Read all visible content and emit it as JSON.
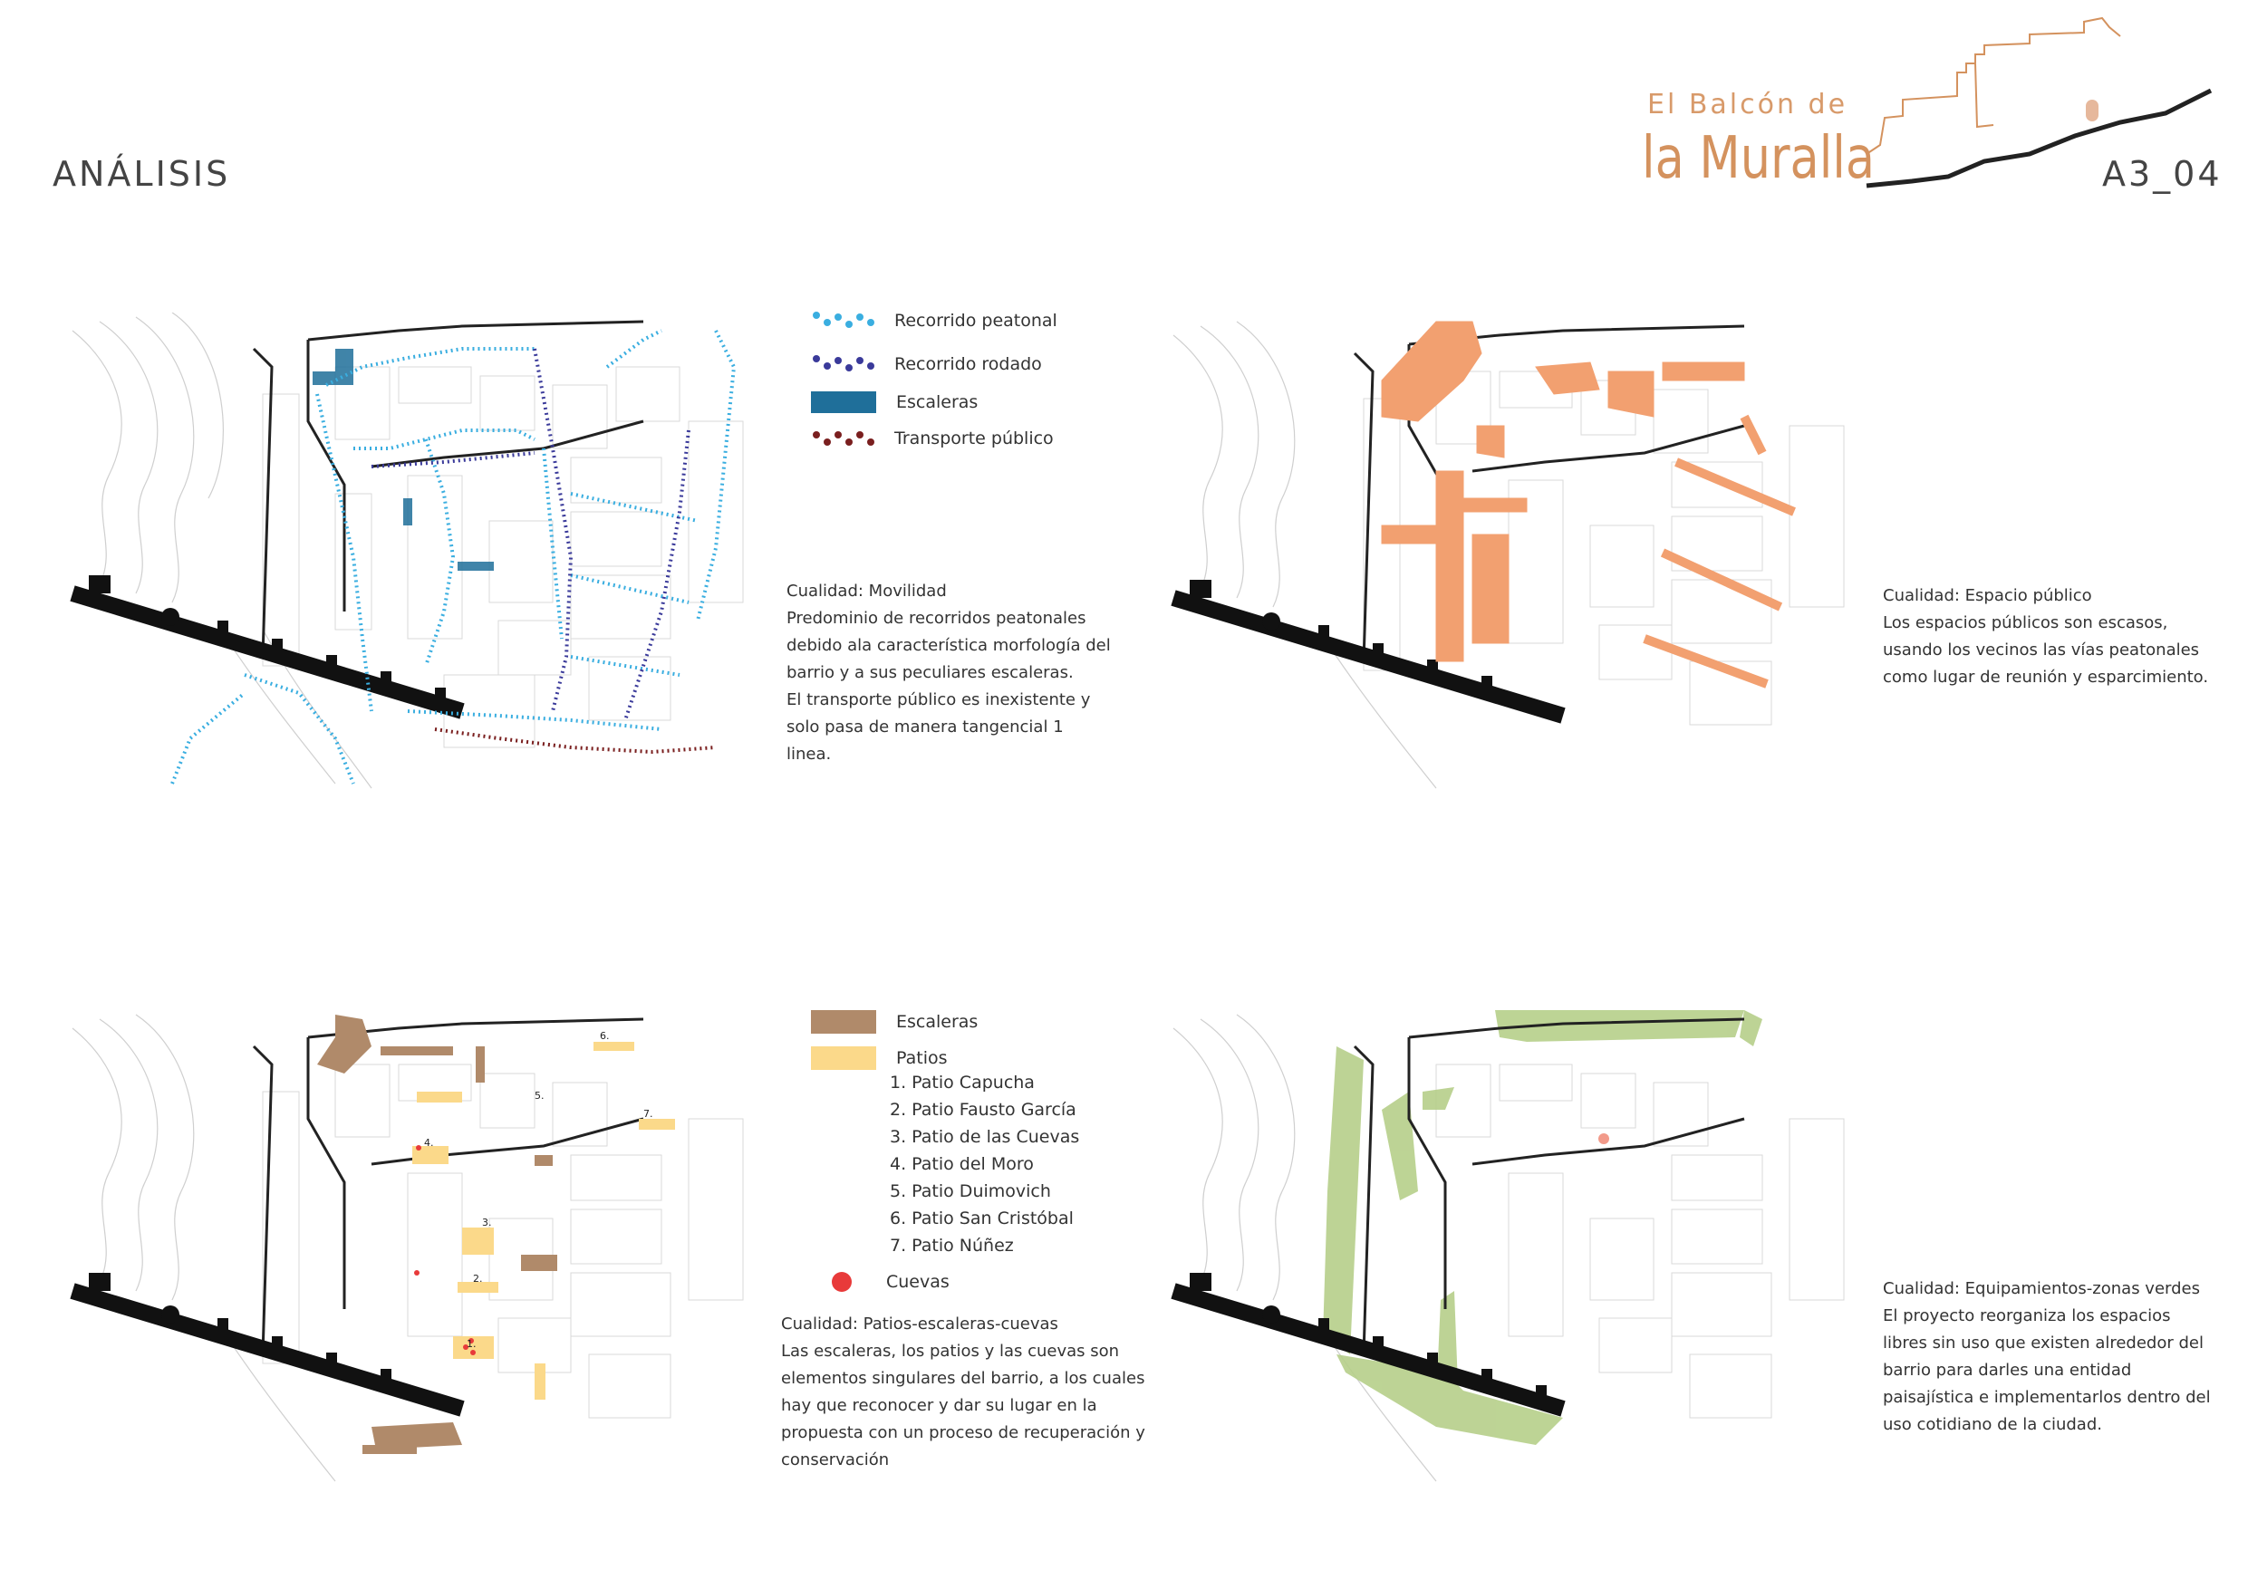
{
  "header": {
    "section_title": "ANÁLISIS",
    "sheet_code": "A3_04",
    "brand_line1": "El Balcón de",
    "brand_line2": "la Muralla"
  },
  "colors": {
    "pedestrian": "#3aaee0",
    "vehicular": "#3a3a9a",
    "stairs_blue": "#1f6f9a",
    "public_transport": "#7a1f1f",
    "public_space": "#f2a070",
    "stairs_brown": "#b08a6a",
    "patios": "#fbd98a",
    "caves": "#e83a3a",
    "green": "#b6cf8a",
    "wall": "#111111"
  },
  "panel_mobility": {
    "legend": [
      {
        "label": "Recorrido peatonal",
        "icon": "pedestrian-dots"
      },
      {
        "label": "Recorrido rodado",
        "icon": "vehicular-dots"
      },
      {
        "label": "Escaleras",
        "icon": "stairs-swatch"
      },
      {
        "label": "Transporte público",
        "icon": "transport-dots"
      }
    ],
    "description": [
      "Cualidad: Movilidad",
      "Predominio de recorridos peatonales",
      "debido ala característica morfología del",
      "barrio y a sus peculiares escaleras.",
      "El transporte público es inexistente y",
      "solo pasa de manera tangencial 1",
      "linea."
    ]
  },
  "panel_public_space": {
    "description": [
      "Cualidad: Espacio público",
      "Los espacios públicos son escasos,",
      "usando los vecinos las vías peatonales",
      "como lugar de reunión y esparcimiento."
    ]
  },
  "panel_patios": {
    "legend": [
      {
        "label": "Escaleras",
        "icon": "stairs-swatch"
      },
      {
        "label": "Patios",
        "icon": "patios-swatch"
      }
    ],
    "patios": [
      "1.  Patio  Capucha",
      "2.  Patio  Fausto  García",
      "3.  Patio  de  las  Cuevas",
      "4.  Patio  del  Moro",
      "5.  Patio  Duimovich",
      "6.  Patio  San  Cristóbal",
      "7.  Patio  Núñez"
    ],
    "caves_label": "Cuevas",
    "map_labels": [
      "1.",
      "2.",
      "3.",
      "4.",
      "5.",
      "6.",
      "7."
    ],
    "description": [
      "Cualidad: Patios-escaleras-cuevas",
      "Las escaleras, los patios y las cuevas son",
      "elementos singulares del barrio, a los cuales",
      "hay que reconocer y dar su lugar en la",
      "propuesta con un proceso de recuperación y",
      "conservación"
    ]
  },
  "panel_green": {
    "description": [
      "Cualidad: Equipamientos-zonas verdes",
      "El proyecto reorganiza los espacios",
      "libres sin uso que existen alrededor del",
      "barrio para darles una entidad",
      "paisajística e implementarlos dentro del",
      "uso cotidiano de la ciudad."
    ]
  }
}
